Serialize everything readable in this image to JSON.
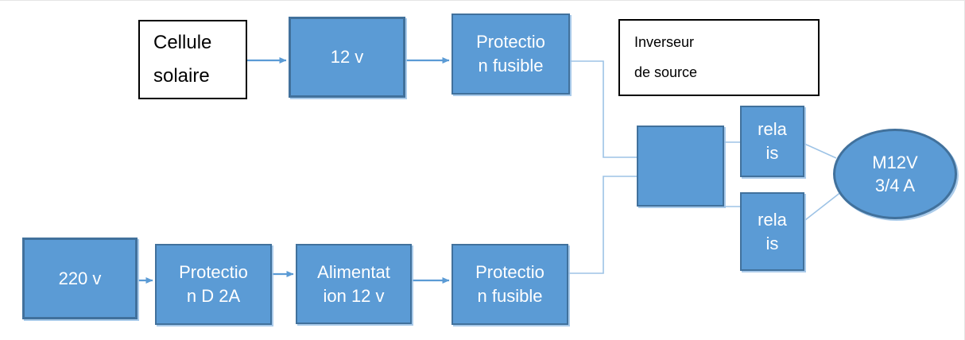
{
  "colors": {
    "node_fill": "#5b9bd5",
    "node_border": "#41719c",
    "connector": "#9dc3e6",
    "arrow": "#5b9bd5",
    "white_box_border": "#000000",
    "text_on_blue": "#ffffff",
    "text_on_white": "#000000"
  },
  "nodes": {
    "cellule_solaire": {
      "line1": "Cellule",
      "line2": "solaire"
    },
    "v12": {
      "line1": "12 v"
    },
    "fusible_top": {
      "line1": "Protectio",
      "line2": "n fusible"
    },
    "inverseur": {
      "line1": "Inverseur",
      "line2": "de source"
    },
    "switch": {
      "label": ""
    },
    "relais_top": {
      "line1": "rela",
      "line2": "is"
    },
    "relais_bottom": {
      "line1": "rela",
      "line2": "is"
    },
    "motor": {
      "line1": "M12V",
      "line2": "3/4 A"
    },
    "v220": {
      "line1": "220 v"
    },
    "protection_d2a": {
      "line1": "Protectio",
      "line2": "n D 2A"
    },
    "alimentation": {
      "line1": "Alimentat",
      "line2": "ion 12 v"
    },
    "fusible_bottom": {
      "line1": "Protectio",
      "line2": "n fusible"
    }
  },
  "edges": [
    {
      "from": "cellule_solaire",
      "to": "v12",
      "style": "arrow"
    },
    {
      "from": "v12",
      "to": "fusible_top",
      "style": "arrow"
    },
    {
      "from": "fusible_top",
      "to": "switch",
      "style": "elbow-line"
    },
    {
      "from": "v220",
      "to": "protection_d2a",
      "style": "arrow"
    },
    {
      "from": "protection_d2a",
      "to": "alimentation",
      "style": "arrow"
    },
    {
      "from": "alimentation",
      "to": "fusible_bottom",
      "style": "arrow"
    },
    {
      "from": "fusible_bottom",
      "to": "switch",
      "style": "elbow-line"
    },
    {
      "from": "switch",
      "to": "relais_top",
      "style": "line"
    },
    {
      "from": "switch",
      "to": "relais_bottom",
      "style": "line"
    },
    {
      "from": "relais_top",
      "to": "motor",
      "style": "line"
    },
    {
      "from": "relais_bottom",
      "to": "motor",
      "style": "line"
    }
  ]
}
